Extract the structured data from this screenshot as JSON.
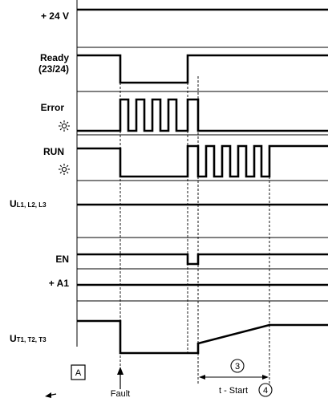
{
  "signals": [
    {
      "id": "v24",
      "label": "+ 24 V"
    },
    {
      "id": "ready",
      "label": "Ready",
      "label_line2": "(23/24)"
    },
    {
      "id": "error",
      "label": "Error"
    },
    {
      "id": "run",
      "label": "RUN"
    },
    {
      "id": "ul",
      "label_main": "U",
      "label_sub": "L1, L2, L3"
    },
    {
      "id": "en",
      "label": "EN"
    },
    {
      "id": "a1",
      "label": "+ A1"
    },
    {
      "id": "ut",
      "label_main": "U",
      "label_sub": "T1, T2, T3"
    }
  ],
  "icons": {
    "error": "blinking-led-icon",
    "run": "blinking-led-icon"
  },
  "annotations": {
    "box_a": "A",
    "fault": "Fault",
    "circle_3": "3",
    "t_start": "t - Start",
    "circle_4": "4"
  }
}
